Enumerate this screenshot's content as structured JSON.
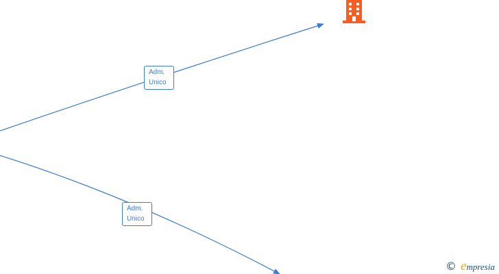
{
  "diagram": {
    "edge_color": "#3a7bd5",
    "company_icon_color": "#ff5a1f",
    "edges": [
      {
        "id": "edge-top",
        "label_line1": "Adm.",
        "label_line2": "Unico"
      },
      {
        "id": "edge-bottom",
        "label_line1": "Adm.",
        "label_line2": "Unico"
      }
    ],
    "company_icon": "office-building-icon"
  },
  "watermark": {
    "copyright_symbol": "©",
    "brand_initial": "e",
    "brand_rest": "mpresia"
  }
}
